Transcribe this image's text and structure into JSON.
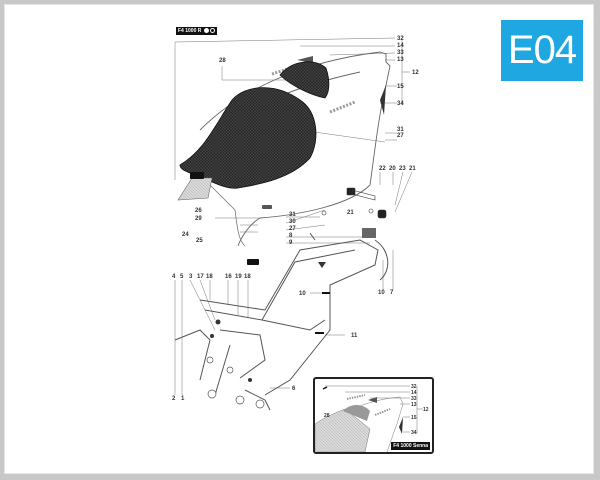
{
  "badge": {
    "code": "E04",
    "color": "#1ea7e1"
  },
  "diagram": {
    "title": "F4 1000 R",
    "title_icons": [
      "circle-a-icon",
      "circle-b-icon"
    ],
    "description": "Exploded parts diagram: seat assembly and rear subframe",
    "callouts": {
      "top_right": [
        "32",
        "14",
        "33",
        "13",
        "12",
        "15",
        "34"
      ],
      "seat_top_left": "28",
      "right_mid": [
        "31",
        "27"
      ],
      "bracket_top": [
        "22",
        "20",
        "23",
        "21"
      ],
      "bracket_left": "21",
      "left_mid": [
        "26",
        "29",
        "24",
        "25"
      ],
      "center_col": [
        "31",
        "30",
        "27",
        "8",
        "9"
      ],
      "frame_left_top": [
        "4",
        "5",
        "3",
        "17",
        "18",
        "16",
        "19",
        "18"
      ],
      "frame_bottom_left": [
        "2",
        "1"
      ],
      "frame_right": [
        "10",
        "10",
        "7",
        "11",
        "6"
      ]
    },
    "inset": {
      "title": "F4 1000 Senna",
      "callouts": [
        "32",
        "14",
        "33",
        "13",
        "12",
        "15",
        "34",
        "28"
      ]
    }
  }
}
